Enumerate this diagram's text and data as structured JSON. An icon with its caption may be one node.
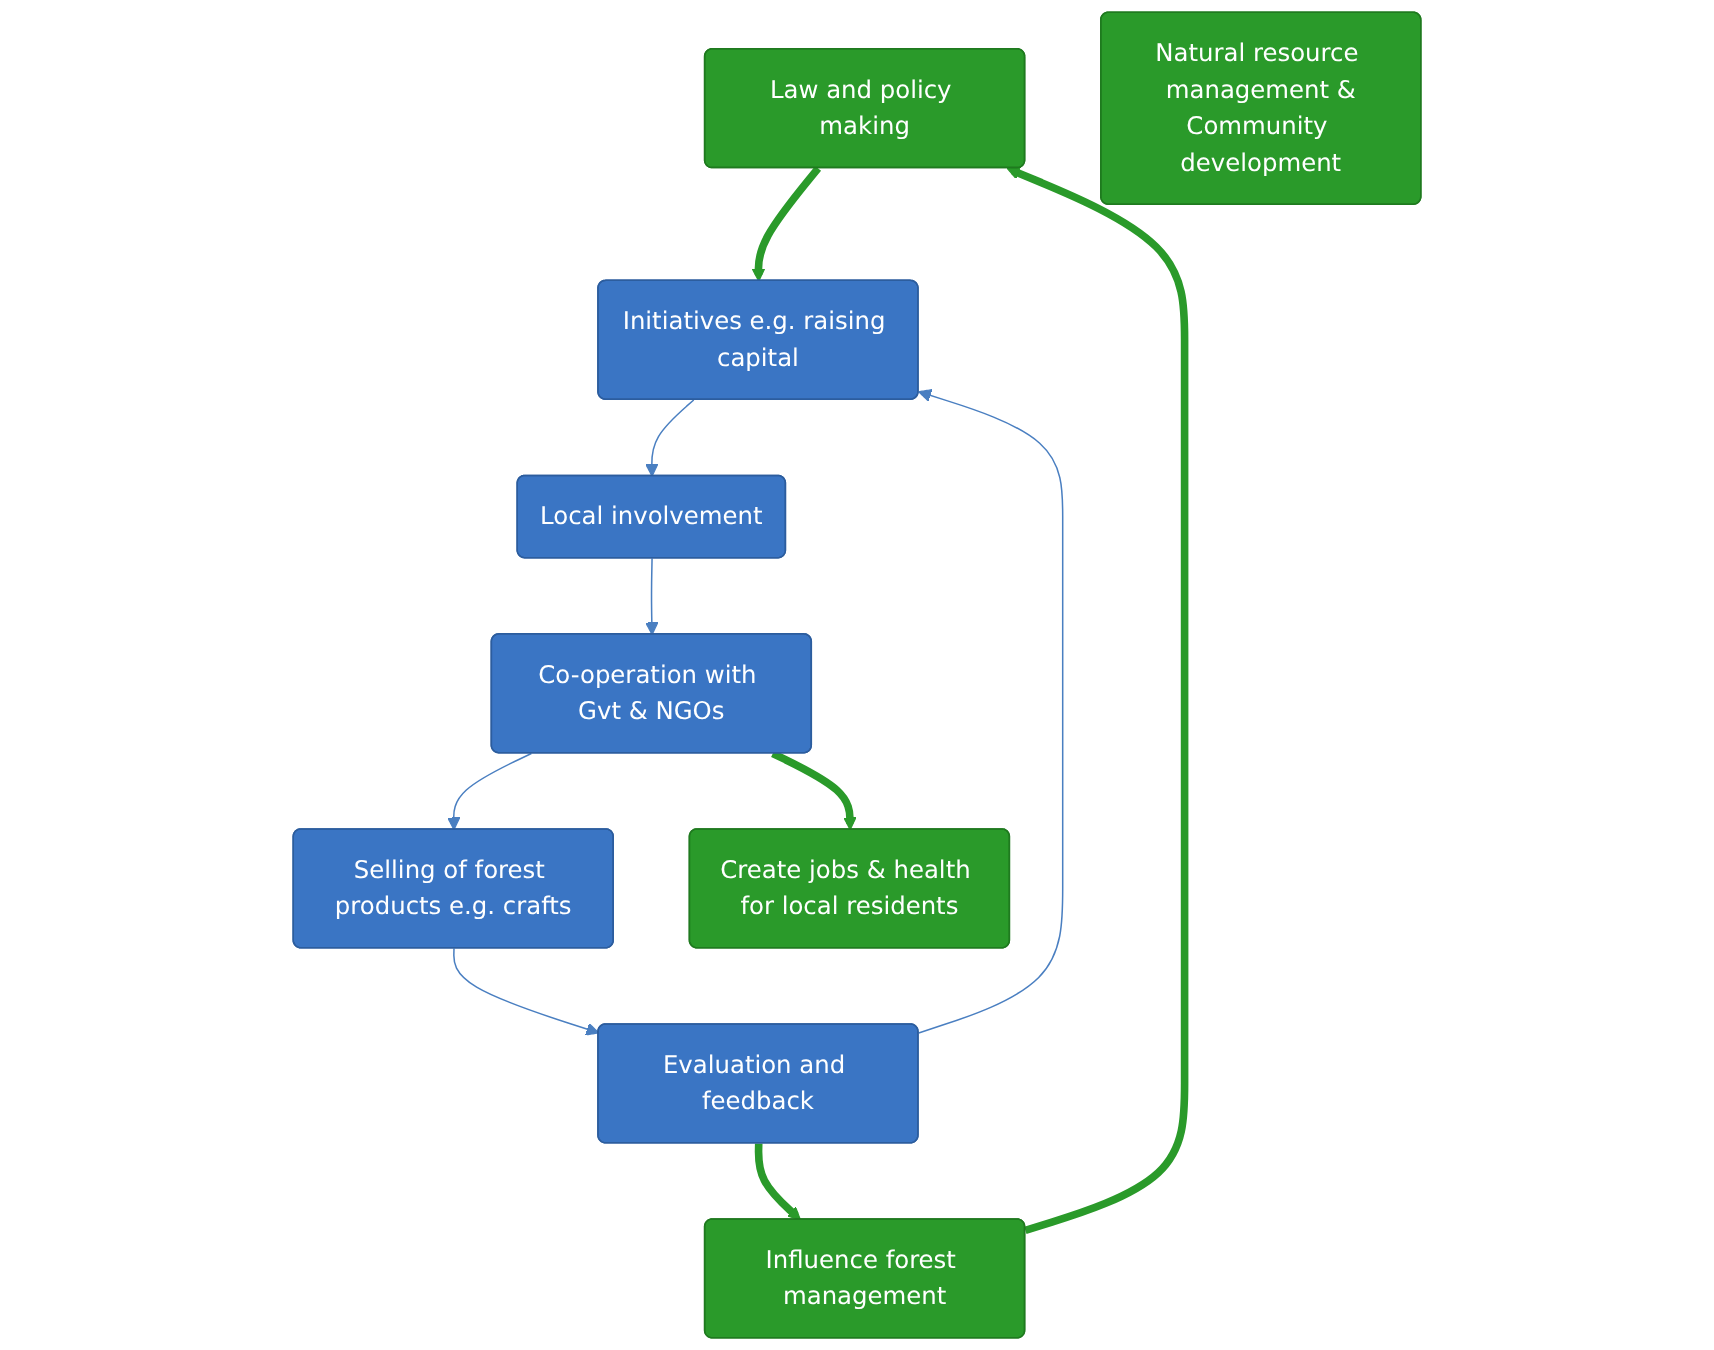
{
  "diagram": {
    "nodes": [
      {
        "text": [
          "Law and policy making"
        ]
      },
      {
        "text": [
          "Influence forest management"
        ]
      },
      {
        "text": [
          "Initiatives e.g. raising capital"
        ]
      },
      {
        "text": [
          "Evaluation and feedback"
        ]
      },
      {
        "text": [
          "Local involvement"
        ]
      },
      {
        "text": [
          "Natural resource management &",
          "Community development"
        ]
      },
      {
        "text": [
          "Selling of forest products e.g. crafts"
        ]
      },
      {
        "text": [
          "Co-operation with Gvt & NGOs"
        ]
      },
      {
        "text": [
          "Create jobs & health for local residents"
        ]
      }
    ],
    "edges": [
      {
        "from": 2,
        "to": 4,
        "arrow": "to"
      },
      {
        "from": 4,
        "to": 7,
        "arrow": "to"
      },
      {
        "from": 7,
        "to": 6,
        "arrow": "to"
      },
      {
        "from": 6,
        "to": 3,
        "arrow": "to"
      },
      {
        "from": 3,
        "to": 2,
        "arrow": "to"
      },
      {
        "from": 3,
        "to": 1,
        "arrow": "to",
        "style": "thick",
        "color": "#2a9a2a"
      },
      {
        "from": 1,
        "to": 0,
        "arrow": "to",
        "style": "thick",
        "color": "#2a9a2a"
      },
      {
        "from": 0,
        "to": 2,
        "arrow": "to",
        "style": "thick",
        "color": "#2a9a2a"
      },
      {
        "from": 7,
        "to": 8,
        "arrow": "to",
        "style": "thick",
        "color": "#2a9a2a"
      }
    ]
  }
}
